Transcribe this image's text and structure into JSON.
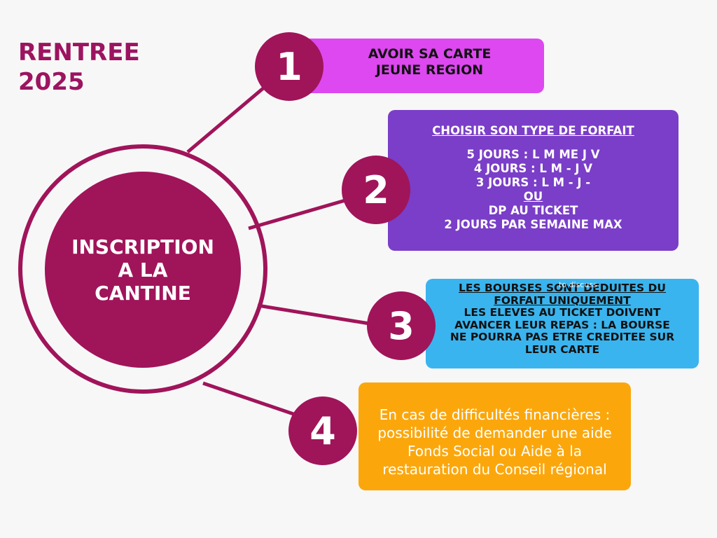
{
  "header": {
    "title_line1": "RENTREE",
    "title_line2": "2025"
  },
  "hub": {
    "label": "INSCRIPTION\nA LA\nCANTINE"
  },
  "steps": [
    {
      "number": "1",
      "lines": [
        "AVOIR SA CARTE",
        "JEUNE REGION"
      ]
    },
    {
      "number": "2",
      "heading": "CHOISIR SON TYPE DE FORFAIT",
      "lines": [
        "5 JOURS : L M ME J V",
        "4 JOURS : L M - J V",
        "3 JOURS : L M - J -"
      ],
      "or_label": "OU",
      "lines_after": [
        "DP AU TICKET",
        "2 JOURS PAR SEMAINE MAX"
      ]
    },
    {
      "number": "3",
      "overlay_text": "to discuss",
      "heading_lines": [
        "LES BOURSES SONT DEDUITES DU",
        "FORFAIT UNIQUEMENT"
      ],
      "lines": [
        "LES ELEVES AU TICKET DOIVENT",
        "AVANCER LEUR REPAS :  LA BOURSE",
        "NE POURRA PAS ETRE CREDITEE SUR",
        "LEUR CARTE"
      ]
    },
    {
      "number": "4",
      "lines": [
        "En cas de difficultés financières :",
        "possibilité de demander une aide",
        "Fonds Social ou Aide à la",
        "restauration du Conseil régional"
      ]
    }
  ],
  "colors": {
    "accent": "#a0145a",
    "headline": "#9c1460",
    "step1_box": "#dd48f0",
    "step2_box": "#7a3ec8",
    "step3_box": "#3ab4ee",
    "step4_box": "#fba70c"
  }
}
